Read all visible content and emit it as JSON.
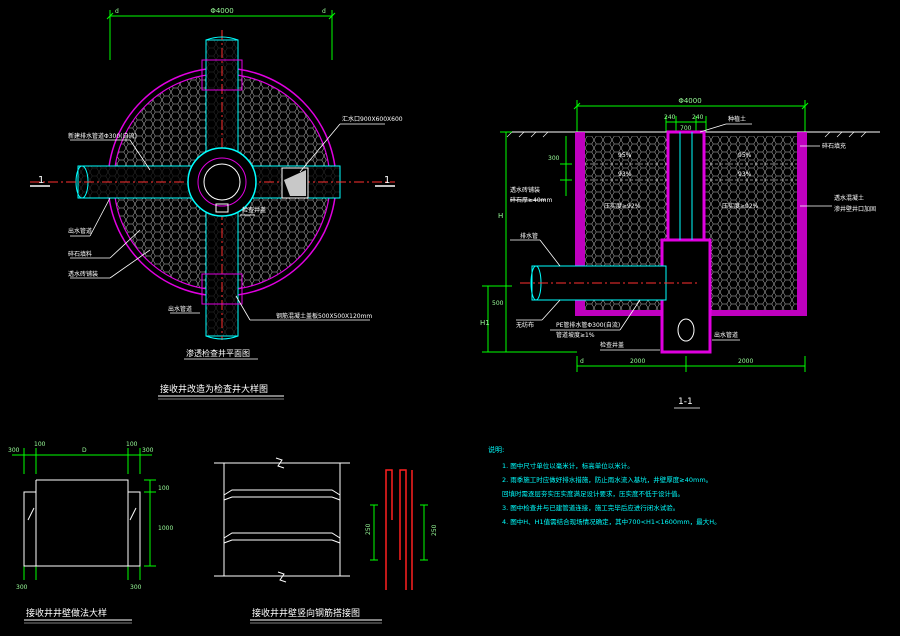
{
  "colors": {
    "background": "#000000",
    "dimension": "#00ff00",
    "ring": "#e000e0",
    "pipe": "#00ffff",
    "centerline": "#ff3030",
    "text": "#ffffff",
    "rebar": "#ff2020",
    "note": "#00ffff"
  },
  "plan": {
    "dim_top": "Φ4000",
    "dim_tick": "d",
    "section_mark": "1",
    "label_inlet_pipe": "新建排水管道Φ300(自流)",
    "label_tag_right": "汇水口900X600X600",
    "label_center": "检查井盖",
    "label_outlet": "出水管道",
    "label_mid1": "碎石填料",
    "label_mid2": "透水砖铺装",
    "label_bottom": "出水管道",
    "label_bottom_right": "钢筋混凝土盖板500X500X120mm",
    "caption": "渗透检查井平面图",
    "title": "接收井改造为检查井大样图"
  },
  "section": {
    "dim_total": "Φ4000",
    "dim_left": "240",
    "dim_mid": "700",
    "dim_right": "240",
    "label_top": "种植土",
    "label_right1": "碎石填充",
    "label_right2": "透水混凝土",
    "label_right3": "渗井壁井口加固",
    "pct1": "95%",
    "pct2": "93%",
    "pct3": "95%",
    "pct4": "93%",
    "pct5": "压实度≥92%",
    "pct6": "压实度≥92%",
    "label_left1": "透水砖铺装",
    "label_left2": "碎石厚≥40mm",
    "label_pipe": "排水管",
    "label_bottom1": "无纺布",
    "label_bottom2": "PE管排水管Φ300(自流)",
    "label_bottom3": "管道坡度≥1%",
    "label_bottom4": "检查井盖",
    "label_outlet": "出水管道",
    "h_label": "H",
    "h1_label": "H1",
    "dim_300": "300",
    "dim_500": "500",
    "dim_b1": "2000",
    "dim_b2": "2000",
    "tick_a": "d",
    "caption": "1-1"
  },
  "detail_wall": {
    "dim_300": "300",
    "dim_100a": "100",
    "dim_D": "D",
    "dim_100b": "100",
    "dim_300b": "300",
    "dim_v100": "100",
    "dim_v1000": "1000",
    "dim_300c": "300",
    "dim_300d": "300",
    "title": "接收井井壁做法大样"
  },
  "detail_rebar": {
    "dim_250a": "250",
    "dim_250b": "250",
    "title": "接收井井壁竖向钢筋搭接图"
  },
  "notes": {
    "heading": "说明:",
    "items": [
      "1. 图中尺寸单位以毫米计，标高单位以米计。",
      "2. 雨季施工时应做好排水措施，防止雨水流入基坑，井壁厚度≥40mm。",
      "   回填时需逐层夯实压实度满足设计要求，压实度不低于设计值。",
      "3. 图中检查井与已建管道连接，施工完毕后应进行闭水试验。",
      "4. 图中H、H1值需结合现场情况确定，其中700<H1<1600mm，最大H。"
    ]
  }
}
